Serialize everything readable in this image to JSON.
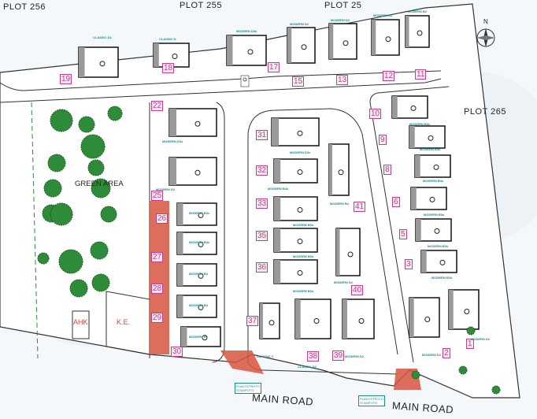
{
  "plots": {
    "p256": "PLOT 256",
    "p255": "PLOT 255",
    "p25x": "PLOT 25",
    "p265": "PLOT 265"
  },
  "compass": {
    "label": "N",
    "icon": "compass-icon"
  },
  "green_area": "GREEN AREA",
  "utilities": {
    "ahk": "AHK",
    "ke": "K.E."
  },
  "roads": {
    "left": "MAIN ROAD",
    "right": "MAIN ROAD"
  },
  "paving_tags": [
    "PLAKOSTROTO STAMPOTO",
    "PLAKOSTROTO STAMPOTO"
  ],
  "accessibility_icon": "wheelchair-icon",
  "colors": {
    "lot_number": "#c2408a",
    "type_label": "#1a8a8a",
    "paving": "#d9533f",
    "trees": "#2e8b3a"
  },
  "lots": [
    {
      "num": "19",
      "type": "CLASSIC D1"
    },
    {
      "num": "18",
      "type": "CLASSIC D"
    },
    {
      "num": "17",
      "type": "MODERN D3s"
    },
    {
      "num": "15",
      "type": "MODERN D2"
    },
    {
      "num": "13",
      "type": "MODERN D2"
    },
    {
      "num": "12",
      "type": "MODERN D2"
    },
    {
      "num": "11",
      "type": "MODERN B2"
    },
    {
      "num": "22",
      "type": "MODERN D3s"
    },
    {
      "num": "25",
      "type": "MODERN D2"
    },
    {
      "num": "26",
      "type": "MODERN B3s"
    },
    {
      "num": "27",
      "type": "MODERN B3s"
    },
    {
      "num": "28",
      "type": "MODERN B3"
    },
    {
      "num": "29",
      "type": "MODERN B3"
    },
    {
      "num": "30",
      "type": "MODERN B"
    },
    {
      "num": "31",
      "type": "MODERN D3s"
    },
    {
      "num": "32",
      "type": "MODERN B3s"
    },
    {
      "num": "33",
      "type": "MODERN B3s"
    },
    {
      "num": "35",
      "type": "MODERN B3s"
    },
    {
      "num": "36",
      "type": "MODERN B3s"
    },
    {
      "num": "41",
      "type": "MODERN B2"
    },
    {
      "num": "40",
      "type": "MODERN D2"
    },
    {
      "num": "37",
      "type": "CLASSIC C"
    },
    {
      "num": "38",
      "type": "CLASSIC D2"
    },
    {
      "num": "39",
      "type": "MODERN D2"
    },
    {
      "num": "10",
      "type": "MODERN B3s"
    },
    {
      "num": "9",
      "type": "MODERN B3s"
    },
    {
      "num": "8",
      "type": "MODERN B3s"
    },
    {
      "num": "6",
      "type": "MODERN B3s"
    },
    {
      "num": "5",
      "type": "MODERN B3s"
    },
    {
      "num": "3",
      "type": "MODERN B3s"
    },
    {
      "num": "2",
      "type": "MODERN D2"
    },
    {
      "num": "1",
      "type": "MODERN D2"
    }
  ]
}
